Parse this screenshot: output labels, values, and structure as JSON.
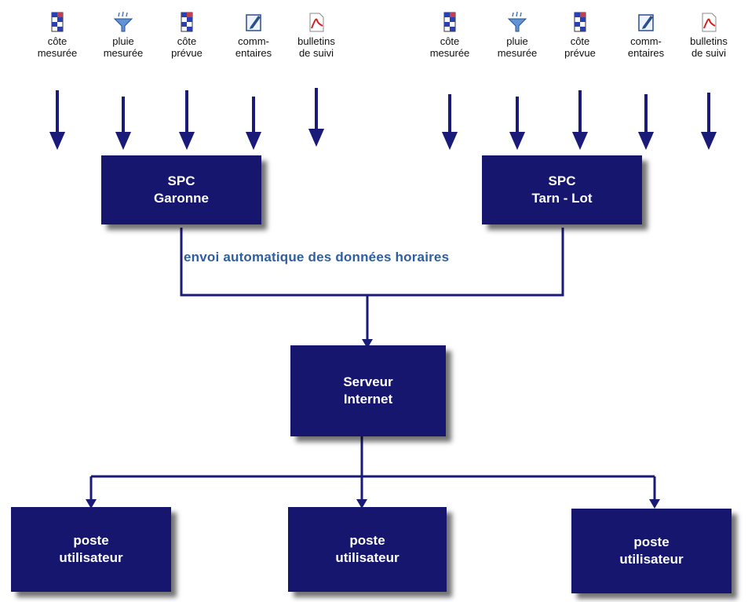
{
  "colors": {
    "box_fill": "#16166e",
    "box_text": "#ffffff",
    "line": "#1a1a78",
    "flow_label": "#2f5fa0"
  },
  "sources": [
    {
      "label": "côte\nmesurée",
      "icon": "gauge-blocks-icon"
    },
    {
      "label": "pluie\nmesurée",
      "icon": "rain-funnel-icon"
    },
    {
      "label": "côte\nprévue",
      "icon": "gauge-blocks-icon"
    },
    {
      "label": "comm-\nentaires",
      "icon": "notepad-pencil-icon"
    },
    {
      "label": "bulletins\nde suivi",
      "icon": "pdf-document-icon"
    }
  ],
  "spc_garonne": {
    "line1": "SPC",
    "line2": "Garonne"
  },
  "spc_tarn_lot": {
    "line1": "SPC",
    "line2": "Tarn - Lot"
  },
  "flow_label": "envoi automatique des données horaires",
  "server": {
    "line1": "Serveur",
    "line2": "Internet"
  },
  "users": [
    {
      "line1": "poste",
      "line2": "utilisateur"
    },
    {
      "line1": "poste",
      "line2": "utilisateur"
    },
    {
      "line1": "poste",
      "line2": "utilisateur"
    }
  ]
}
